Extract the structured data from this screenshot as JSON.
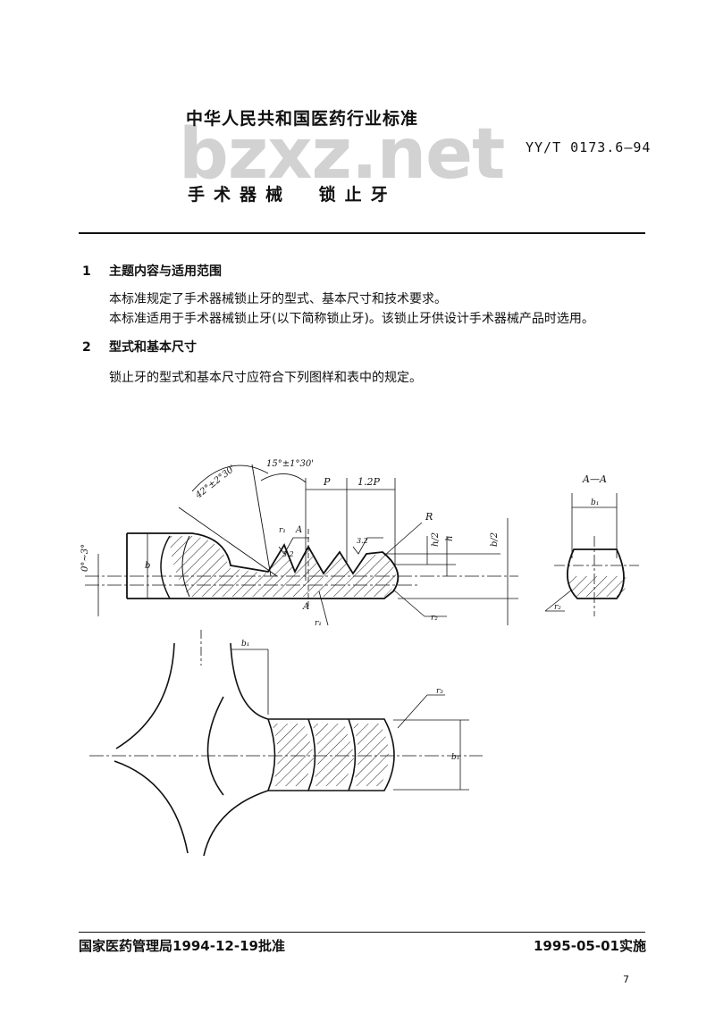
{
  "header": {
    "organization": "中华人民共和国医药行业标准",
    "watermark": "bzxz.net",
    "standard_number": "YY/T 0173.6—94",
    "title": "手术器械  锁止牙"
  },
  "sections": [
    {
      "number": "1",
      "heading": "主题内容与适用范围",
      "paragraphs": [
        "本标准规定了手术器械锁止牙的型式、基本尺寸和技术要求。",
        "本标准适用于手术器械锁止牙(以下简称锁止牙)。该锁止牙供设计手术器械产品时选用。"
      ]
    },
    {
      "number": "2",
      "heading": "型式和基本尺寸",
      "paragraphs": [
        "锁止牙的型式和基本尺寸应符合下列图样和表中的规定。"
      ]
    }
  ],
  "drawing_labels": {
    "angle_range_1": "0°~3°",
    "angle_42": "42°±2°30'",
    "angle_15": "15°±1°30'",
    "pitch": "P",
    "pitch_12": "1.2P",
    "radius": "R",
    "half_h": "h/2",
    "h": "h",
    "half_b": "b/2",
    "section_a": "A",
    "section_a2": "A",
    "roughness_1": "3.2",
    "roughness_2": "3.2",
    "r1_top": "r₁",
    "r1_bottom": "r₁",
    "r2_right": "r₂",
    "b_left": "b",
    "section_view_title": "A—A",
    "b1_section": "b₁",
    "r2_section": "r₂",
    "b1_plan": "b₁",
    "r3_plan": "r₃",
    "b1_plan_right": "b₁"
  },
  "footer": {
    "authority_date": "国家医药管理局1994-12-19批准",
    "effective_date": "1995-05-01实施",
    "page_number": "7"
  }
}
